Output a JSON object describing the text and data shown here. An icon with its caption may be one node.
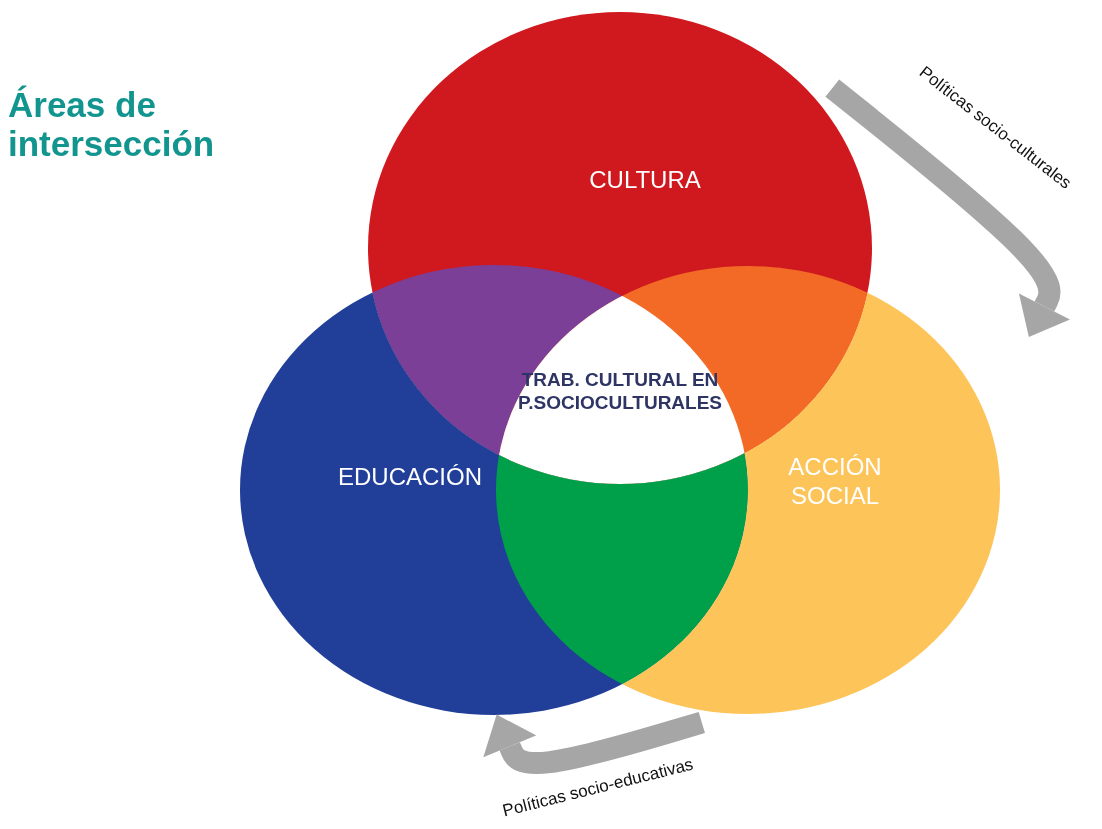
{
  "diagram": {
    "title": "Áreas de intersección",
    "nodes": [
      {
        "text": [
          "CULTURA"
        ]
      },
      {
        "text": [
          "EDUCACIÓN"
        ]
      },
      {
        "text": [
          "ACCIÓN SOCIAL"
        ]
      },
      {
        "text": [
          "TRAB. CULTURAL EN P.SOCIOCULTURALES"
        ]
      }
    ],
    "edges": [
      {
        "from": 0,
        "to": 2,
        "arrow": "to",
        "label": "Políticas socio-culturales"
      },
      {
        "from": 2,
        "to": 1,
        "arrow": "to",
        "label": "Políticas socio-educativas"
      }
    ]
  }
}
